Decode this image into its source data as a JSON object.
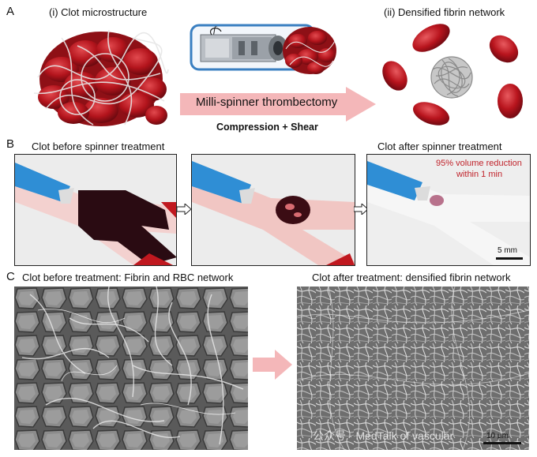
{
  "panelA": {
    "letter": "A",
    "left_title": "(i) Clot microstructure",
    "right_title": "(ii) Densified fibrin network",
    "arrow_label": "Milli-spinner thrombectomy",
    "arrow_sublabel": "Compression + Shear",
    "force_symbol": "f"
  },
  "panelB": {
    "letter": "B",
    "left_title": "Clot before spinner treatment",
    "right_title": "Clot after spinner treatment",
    "annotation_line1": "95% volume reduction",
    "annotation_line2": "within 1 min",
    "scale_bar": "5 mm"
  },
  "panelC": {
    "letter": "C",
    "left_title": "Clot before treatment: Fibrin and RBC network",
    "right_title": "Clot after treatment: densified fibrin network",
    "scale_bar": "10 μm",
    "watermark": "公众号 · MedTalk of vascular"
  },
  "colors": {
    "rbc": "#b3141c",
    "clot_dark": "#2a0a10",
    "tube_blue": "#3a9ad9",
    "arrow_pink": "#f4b7b9",
    "annotation_red": "#c0232b"
  }
}
